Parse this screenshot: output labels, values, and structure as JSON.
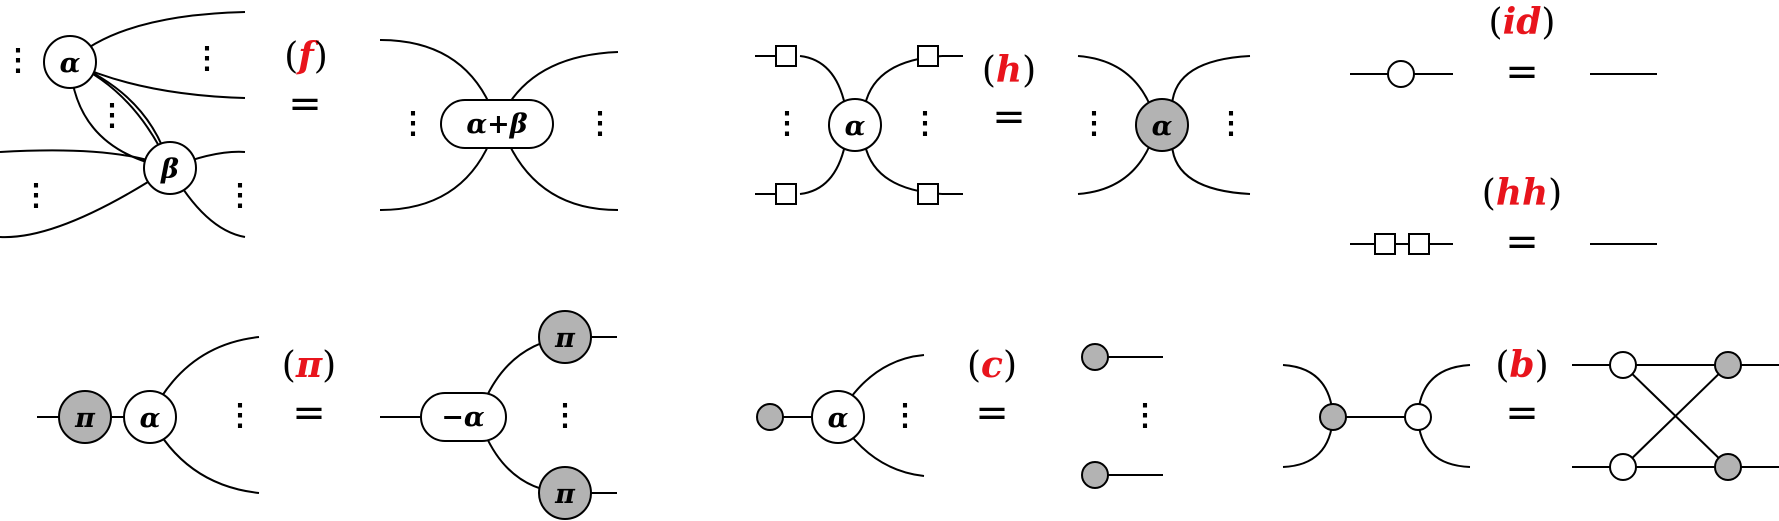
{
  "equals_sign": "=",
  "ellipsis": "⋮",
  "colors": {
    "rule_name": "#e8141c",
    "grey_spider": "#b3b3b3",
    "white_spider": "#ffffff",
    "wire": "#000000"
  },
  "spider_labels": {
    "alpha": "α",
    "beta": "β",
    "alpha_plus_beta": "α+β",
    "pi": "π",
    "neg_alpha": "−α"
  },
  "rules": [
    {
      "id": "f",
      "open": "(",
      "name": "f",
      "close": ")"
    },
    {
      "id": "h",
      "open": "(",
      "name": "h",
      "close": ")"
    },
    {
      "id": "id",
      "open": "(",
      "name": "id",
      "close": ")"
    },
    {
      "id": "hh",
      "open": "(",
      "name": "hh",
      "close": ")"
    },
    {
      "id": "pi",
      "open": "(",
      "name": "π",
      "close": ")"
    },
    {
      "id": "c",
      "open": "(",
      "name": "c",
      "close": ")"
    },
    {
      "id": "b",
      "open": "(",
      "name": "b",
      "close": ")"
    }
  ]
}
